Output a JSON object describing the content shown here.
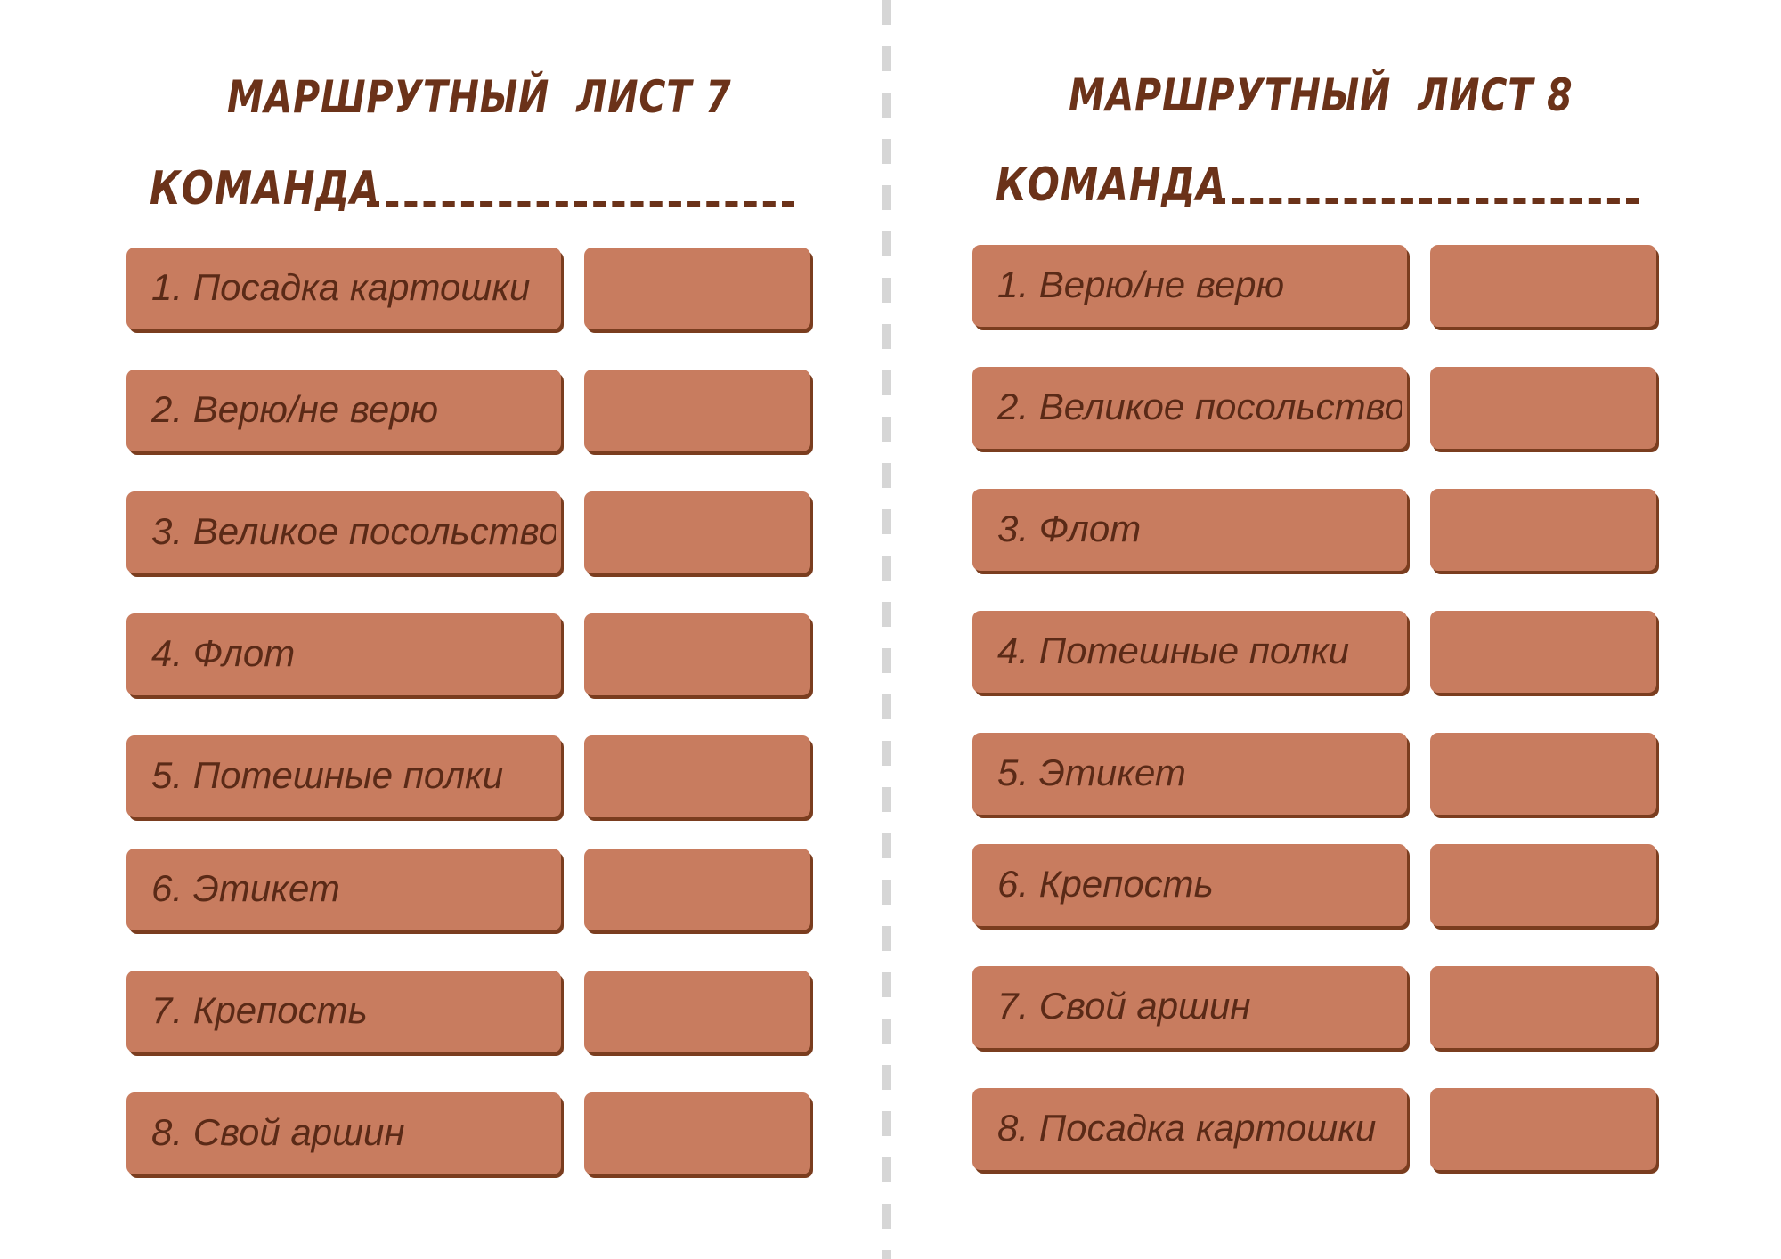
{
  "sheets": [
    {
      "title": "МАРШРУТНЫЙ  ЛИСТ 7",
      "team_label": "КОМАНДА",
      "rows": [
        "1. Посадка картошки",
        "2. Верю/не верю",
        "3. Великое посольство",
        "4. Флот",
        "5. Потешные полки",
        "6. Этикет",
        "7. Крепость",
        "8. Свой аршин"
      ]
    },
    {
      "title": "МАРШРУТНЫЙ  ЛИСТ 8",
      "team_label": "КОМАНДА",
      "rows": [
        "1. Верю/не верю",
        "2. Великое посольство",
        "3. Флот",
        "4. Потешные полки",
        "5. Этикет",
        "6. Крепость",
        "7. Свой аршин",
        "8. Посадка картошки"
      ]
    }
  ],
  "colors": {
    "heading": "#6b3219",
    "box_fill": "#c87c5f",
    "box_shadow": "#7a3d1f",
    "divider": "#d6d6d6"
  }
}
